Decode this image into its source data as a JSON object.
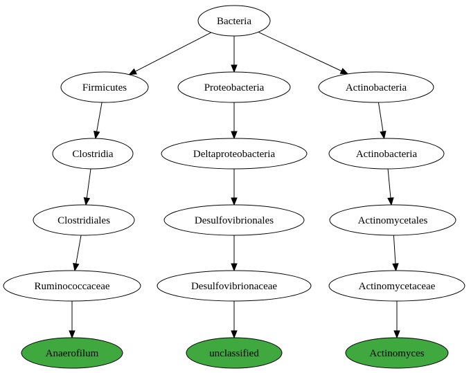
{
  "colors": {
    "node_fill": "#ffffff",
    "leaf_fill": "#3fa83f",
    "stroke": "#000000"
  },
  "nodes": [
    {
      "id": "bacteria",
      "label": "Bacteria",
      "leaf": false
    },
    {
      "id": "firmicutes",
      "label": "Firmicutes",
      "leaf": false
    },
    {
      "id": "proteobacteria",
      "label": "Proteobacteria",
      "leaf": false
    },
    {
      "id": "actinobacteria-phylum",
      "label": "Actinobacteria",
      "leaf": false
    },
    {
      "id": "clostridia",
      "label": "Clostridia",
      "leaf": false
    },
    {
      "id": "deltaproteobacteria",
      "label": "Deltaproteobacteria",
      "leaf": false
    },
    {
      "id": "actinobacteria-class",
      "label": "Actinobacteria",
      "leaf": false
    },
    {
      "id": "clostridiales",
      "label": "Clostridiales",
      "leaf": false
    },
    {
      "id": "desulfovibrionales",
      "label": "Desulfovibrionales",
      "leaf": false
    },
    {
      "id": "actinomycetales",
      "label": "Actinomycetales",
      "leaf": false
    },
    {
      "id": "ruminococcaceae",
      "label": "Ruminococcaceae",
      "leaf": false
    },
    {
      "id": "desulfovibrionaceae",
      "label": "Desulfovibrionaceae",
      "leaf": false
    },
    {
      "id": "actinomycetaceae",
      "label": "Actinomycetaceae",
      "leaf": false
    },
    {
      "id": "anaerofilum",
      "label": "Anaerofilum",
      "leaf": true
    },
    {
      "id": "unclassified",
      "label": "unclassified",
      "leaf": true
    },
    {
      "id": "actinomyces",
      "label": "Actinomyces",
      "leaf": true
    }
  ],
  "edges": [
    {
      "from": "bacteria",
      "to": "firmicutes"
    },
    {
      "from": "bacteria",
      "to": "proteobacteria"
    },
    {
      "from": "bacteria",
      "to": "actinobacteria-phylum"
    },
    {
      "from": "firmicutes",
      "to": "clostridia"
    },
    {
      "from": "proteobacteria",
      "to": "deltaproteobacteria"
    },
    {
      "from": "actinobacteria-phylum",
      "to": "actinobacteria-class"
    },
    {
      "from": "clostridia",
      "to": "clostridiales"
    },
    {
      "from": "deltaproteobacteria",
      "to": "desulfovibrionales"
    },
    {
      "from": "actinobacteria-class",
      "to": "actinomycetales"
    },
    {
      "from": "clostridiales",
      "to": "ruminococcaceae"
    },
    {
      "from": "desulfovibrionales",
      "to": "desulfovibrionaceae"
    },
    {
      "from": "actinomycetales",
      "to": "actinomycetaceae"
    },
    {
      "from": "ruminococcaceae",
      "to": "anaerofilum"
    },
    {
      "from": "desulfovibrionaceae",
      "to": "unclassified"
    },
    {
      "from": "actinomycetaceae",
      "to": "actinomyces"
    }
  ]
}
